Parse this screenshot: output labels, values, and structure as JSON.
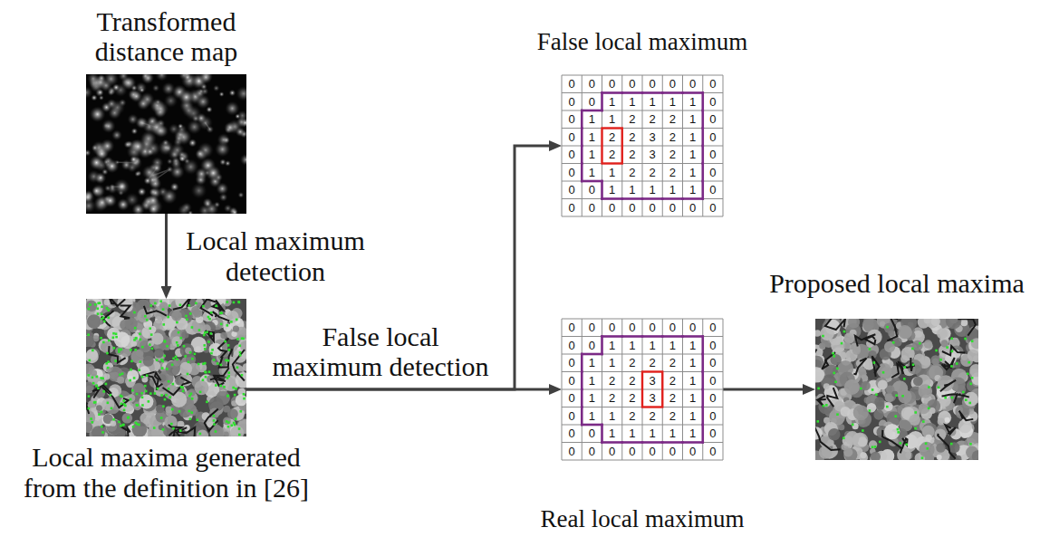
{
  "diagram": {
    "nodes": [
      {
        "text": [
          "Transformed distance map"
        ]
      },
      {
        "text": [
          "Local maxima generated from the definition in [26]"
        ]
      },
      {
        "text": [
          "False local maximum"
        ]
      },
      {
        "text": [
          "Real local maximum"
        ]
      },
      {
        "text": [
          "Proposed local maxima"
        ]
      }
    ],
    "edges": [
      {
        "from": 0,
        "to": 1,
        "arrow": "to",
        "label": "Local maximum detection"
      },
      {
        "from": 1,
        "to": 2,
        "arrow": "to"
      },
      {
        "from": 1,
        "to": 3,
        "arrow": "to",
        "label": "False local maximum detection"
      },
      {
        "from": 3,
        "to": 4,
        "arrow": "to"
      }
    ],
    "labels": [
      "0",
      "0",
      "0",
      "0",
      "0",
      "0",
      "0",
      "0",
      "0",
      "0",
      "1",
      "1",
      "1",
      "1",
      "1",
      "0",
      "0",
      "1",
      "1",
      "2",
      "2",
      "2",
      "1",
      "0",
      "0",
      "1",
      "2",
      "2",
      "3",
      "2",
      "1",
      "0",
      "0",
      "1",
      "2",
      "2",
      "3",
      "2",
      "1",
      "0",
      "0",
      "1",
      "1",
      "2",
      "2",
      "2",
      "1",
      "0",
      "0",
      "0",
      "1",
      "1",
      "1",
      "1",
      "1",
      "0",
      "0",
      "0",
      "0",
      "0",
      "0",
      "0",
      "0",
      "0",
      "0",
      "0",
      "0",
      "0",
      "0",
      "0",
      "0",
      "0",
      "0",
      "0",
      "1",
      "1",
      "1",
      "1",
      "1",
      "0",
      "0",
      "1",
      "1",
      "2",
      "2",
      "2",
      "1",
      "0",
      "0",
      "1",
      "2",
      "2",
      "3",
      "2",
      "1",
      "0",
      "0",
      "1",
      "2",
      "2",
      "3",
      "2",
      "1",
      "0",
      "0",
      "1",
      "1",
      "2",
      "2",
      "2",
      "1",
      "0",
      "0",
      "0",
      "1",
      "1",
      "1",
      "1",
      "1",
      "0",
      "0",
      "0",
      "0",
      "0",
      "0",
      "0",
      "0",
      "0"
    ]
  }
}
